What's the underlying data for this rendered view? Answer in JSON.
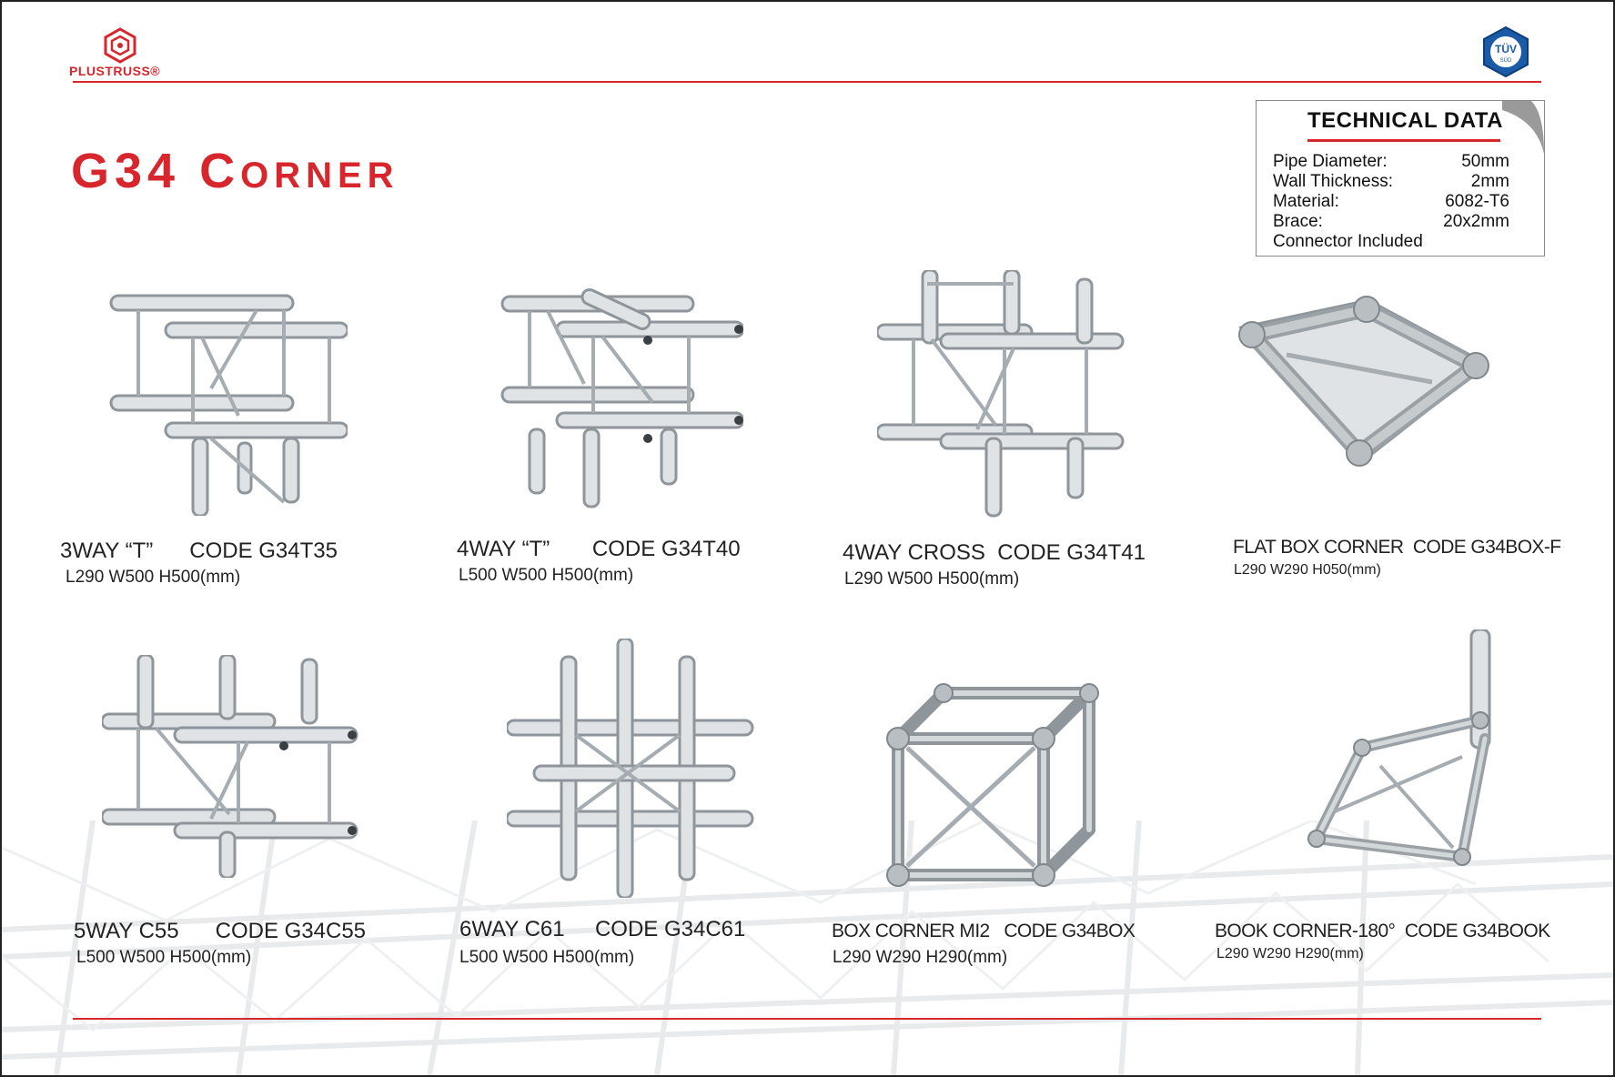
{
  "brand": {
    "name": "PLUSTRUSS",
    "registered": "®",
    "accent": "#d8262d"
  },
  "certification": {
    "line1": "TÜV",
    "line2": "SÜD"
  },
  "title": {
    "part1": "G34 C",
    "part2": "ORNER"
  },
  "technical_data": {
    "heading": "TECHNICAL DATA",
    "rows": [
      {
        "label": "Pipe Diameter:",
        "value": "50mm"
      },
      {
        "label": "Wall Thickness:",
        "value": "2mm"
      },
      {
        "label": "Material:",
        "value": "6082-T6"
      },
      {
        "label": "Brace:",
        "value": "20x2mm"
      },
      {
        "label": "Connector Included",
        "value": ""
      }
    ]
  },
  "products": [
    {
      "name": "3WAY “T”      CODE G34T35",
      "dims": "L290  W500  H500(mm)"
    },
    {
      "name": "4WAY “T”       CODE G34T40",
      "dims": "L500  W500  H500(mm)"
    },
    {
      "name": "4WAY CROSS  CODE G34T41",
      "dims": "L290  W500  H500(mm)"
    },
    {
      "name": "FLAT BOX CORNER  CODE G34BOX-F",
      "dims": "L290  W290  H050(mm)"
    },
    {
      "name": "5WAY C55      CODE G34C55",
      "dims": "L500  W500  H500(mm)"
    },
    {
      "name": "6WAY C61     CODE G34C61",
      "dims": "L500  W500  H500(mm)"
    },
    {
      "name": "BOX CORNER MI2   CODE G34BOX",
      "dims": "L290  W290  H290(mm)"
    },
    {
      "name": "BOOK CORNER-180°  CODE G34BOOK",
      "dims": "L290  W290  H290(mm)"
    }
  ]
}
